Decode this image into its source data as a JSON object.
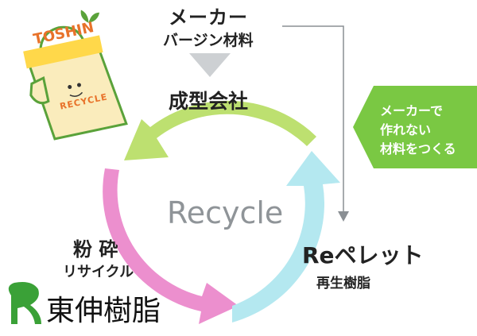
{
  "maker": {
    "title": "メーカー",
    "subtitle": "バージン材料"
  },
  "molding": {
    "label": "成型会社"
  },
  "center": {
    "label": "Recycle"
  },
  "crush": {
    "title": "粉 砕",
    "subtitle": "リサイクル"
  },
  "repellet": {
    "title": "Reペレット",
    "subtitle": "再生樹脂"
  },
  "callout": {
    "line1": "メーカーで",
    "line2": "作れない",
    "line3": "材料をつくる"
  },
  "bag": {
    "brand": "TOSHIN",
    "label": "RECYCLE"
  },
  "logo": {
    "name": "東伸樹脂"
  },
  "colors": {
    "green_arrow": "#bde070",
    "pink_arrow": "#ec8fce",
    "cyan_arrow": "#b4e8f0",
    "callout_green": "#7ac843",
    "gray_arrow": "#cdd0d3",
    "brand_orange": "#e8722a",
    "logo_green": "#3aa137"
  }
}
